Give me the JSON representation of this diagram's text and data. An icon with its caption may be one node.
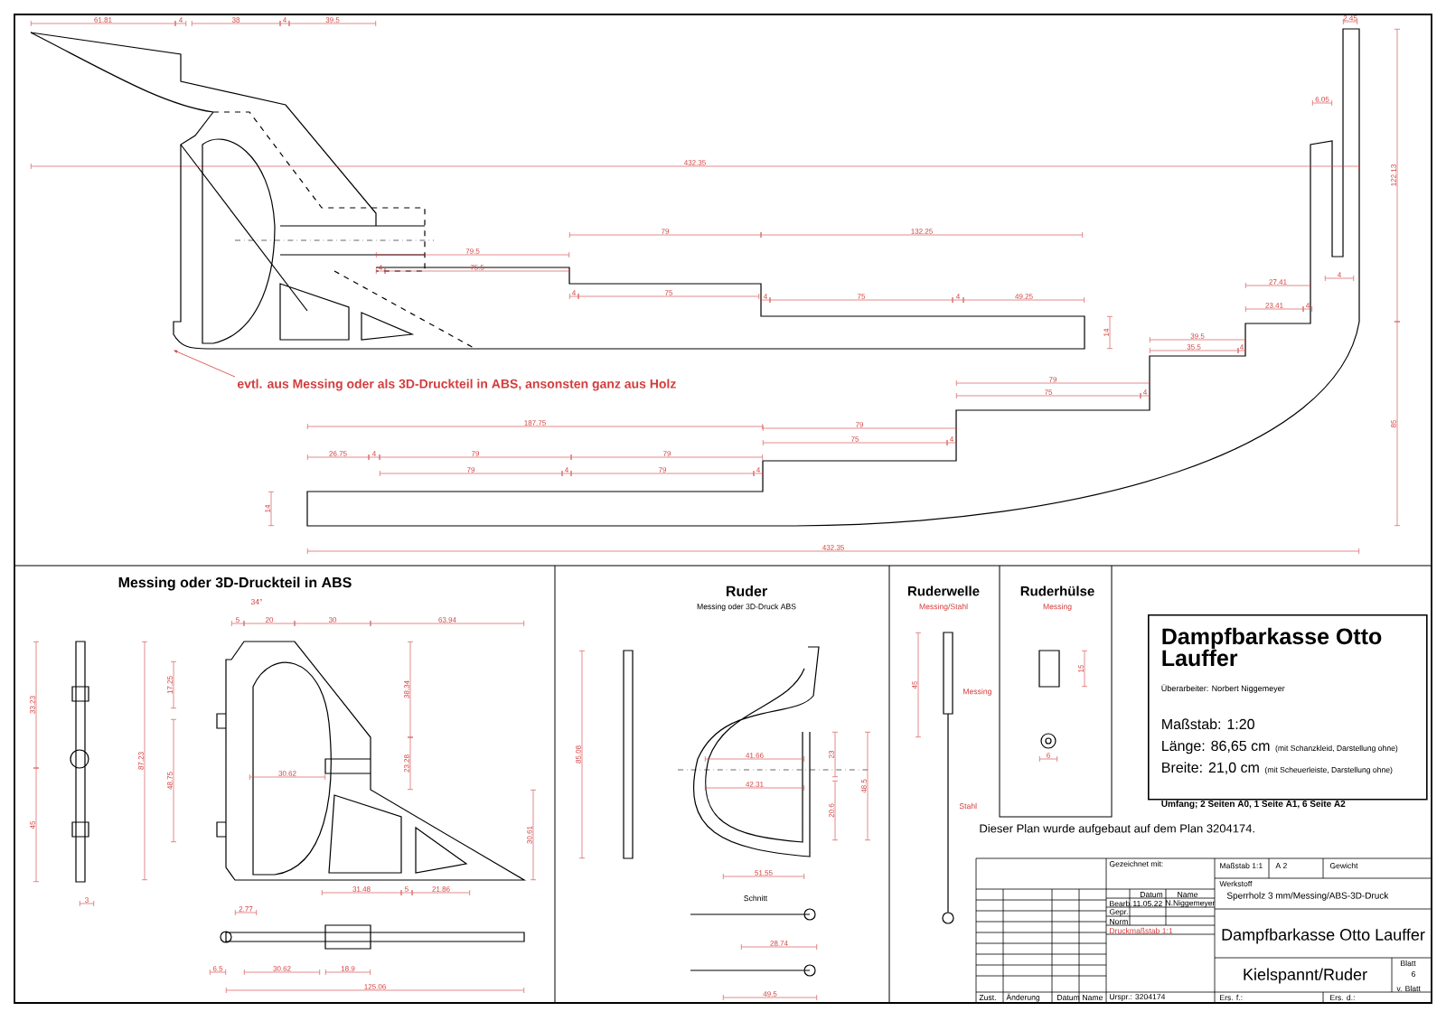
{
  "diagram": {
    "nodes": [
      {
        "text": [],
        "shape": "picture"
      },
      {
        "text": [
          "evtl. aus Messing oder als 3D-Druckteil in ABS, ansonsten ganz aus Holz"
        ]
      },
      {
        "text": [
          "Dampfbarkasse Otto Lauffer",
          "Überarbeiter: Norbert Niggemeyer",
          "Maßstab: 1:20",
          "Länge: 86,65 cm",
          "(mit Schanzkleid, Darstellung ohne)",
          "Breite: 21,0 cm",
          "(mit Scheuerleiste, Darstellung ohne)",
          "Umfang; 2 Seiten A0, 1 Seite A1, 6 Seite A2"
        ]
      }
    ],
    "edges": [
      {
        "from": 1,
        "to": 0,
        "arrow": "to"
      }
    ],
    "labels": [
      "61.81",
      "4",
      "38",
      "4",
      "39.5",
      "122.13",
      "2.45",
      "6.05",
      "432.35",
      "79",
      "132.25",
      "79.5",
      "4",
      "4",
      "75.5",
      "27.41",
      "4",
      "75",
      "4",
      "75",
      "4",
      "49.25",
      "23.41",
      "4",
      "14",
      "39.5",
      "35.5",
      "4",
      "79",
      "75",
      "4",
      "187.75",
      "79",
      "75",
      "4",
      "26.75",
      "4",
      "79",
      "79",
      "79",
      "4",
      "79",
      "4",
      "14",
      "85",
      "432.35",
      "Messing oder 3D-Druckteil in ABS",
      "Ruder",
      "Messing oder 3D-Druck ABS",
      "Ruderwelle",
      "Messing/Stahl",
      "Ruderhülse",
      "Messing",
      "34°",
      "5",
      "20",
      "30",
      "63.94",
      "33.23",
      "87.23",
      "17.25",
      "38.34",
      "48.75",
      "23.28",
      "30.62",
      "45",
      "30.61",
      "31.48",
      "5",
      "21.86",
      "3",
      "2.77",
      "6.5",
      "30.62",
      "18.9",
      "125.06",
      "85.08",
      "41.66",
      "23",
      "42.31",
      "48.5",
      "20.6",
      "51.55",
      "Schnitt",
      "28.74",
      "49.5",
      "45",
      "Messing",
      "Stahl",
      "15",
      "6",
      "Dieser Plan wurde aufgebaut auf dem Plan 3204174.",
      "Gezeichnet mit:",
      "Maßstab 1:1",
      "A 2",
      "Gewicht",
      "Werkstoff",
      "Sperrholz 3 mm/Messing/ABS-3D-Druck",
      "Datum",
      "Name",
      "Bearb.",
      "11.05.22",
      "N.Niggemeyer",
      "Gepr.",
      "Norm",
      "Druckmaßstab 1:1",
      "Dampfbarkasse Otto Lauffer",
      "Kielspannt/Ruder",
      "Blatt",
      "6",
      "v. Blatt",
      "Zust.",
      "Änderung",
      "Datum",
      "Name",
      "Urspr.: 3204174",
      "Ers. f.:",
      "Ers. d.:"
    ]
  }
}
